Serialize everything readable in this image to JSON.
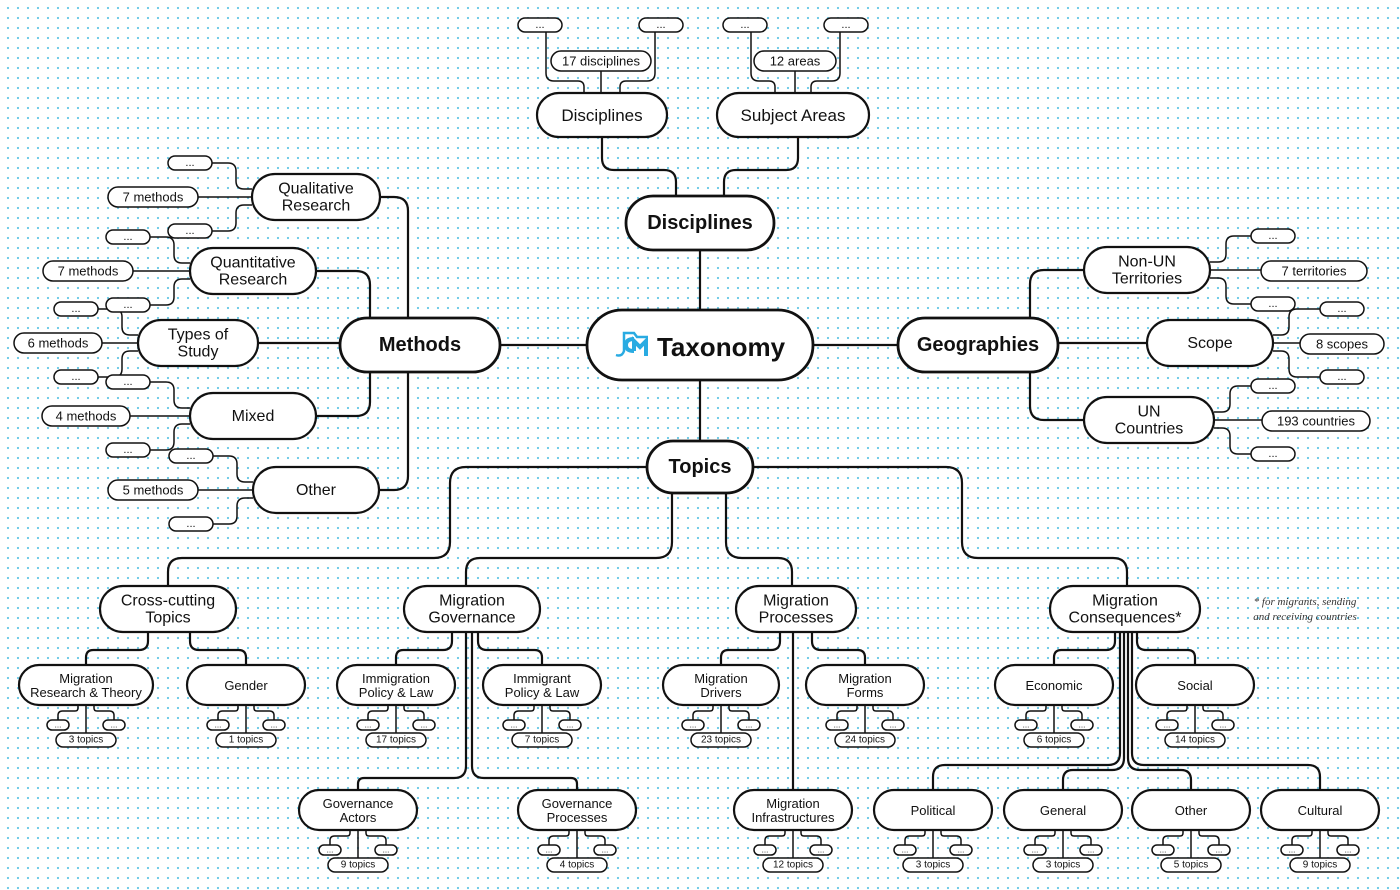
{
  "center": {
    "title": "Taxonomy"
  },
  "ellipsis": "...",
  "footnote": [
    "* for migrants, sending",
    "and receiving countries"
  ],
  "colors": {
    "accent": "#29abe2",
    "line": "#111111",
    "dots": "#6cc9e6"
  },
  "disciplines": {
    "label": "Disciplines",
    "children": [
      {
        "lines": [
          "Disciplines"
        ],
        "count": "17 disciplines"
      },
      {
        "lines": [
          "Subject Areas"
        ],
        "count": "12 areas"
      }
    ]
  },
  "methods": {
    "label": "Methods",
    "children": [
      {
        "lines": [
          "Qualitative",
          "Research"
        ],
        "count": "7 methods"
      },
      {
        "lines": [
          "Quantitative",
          "Research"
        ],
        "count": "7 methods"
      },
      {
        "lines": [
          "Types of",
          "Study"
        ],
        "count": "6 methods"
      },
      {
        "lines": [
          "Mixed"
        ],
        "count": "4 methods"
      },
      {
        "lines": [
          "Other"
        ],
        "count": "5 methods"
      }
    ]
  },
  "geographies": {
    "label": "Geographies",
    "children": [
      {
        "lines": [
          "Non-UN",
          "Territories"
        ],
        "count": "7 territories"
      },
      {
        "lines": [
          "Scope"
        ],
        "count": "8 scopes"
      },
      {
        "lines": [
          "UN",
          "Countries"
        ],
        "count": "193 countries"
      }
    ]
  },
  "topics": {
    "label": "Topics",
    "groups": [
      {
        "lines": [
          "Cross-cutting",
          "Topics"
        ],
        "children": [
          {
            "lines": [
              "Migration",
              "Research & Theory"
            ],
            "count": "3 topics"
          },
          {
            "lines": [
              "Gender"
            ],
            "count": "1 topics"
          }
        ]
      },
      {
        "lines": [
          "Migration",
          "Governance"
        ],
        "children": [
          {
            "lines": [
              "Immigration",
              "Policy & Law"
            ],
            "count": "17 topics"
          },
          {
            "lines": [
              "Immigrant",
              "Policy & Law"
            ],
            "count": "7 topics"
          },
          {
            "lines": [
              "Governance",
              "Actors"
            ],
            "count": "9 topics"
          },
          {
            "lines": [
              "Governance",
              "Processes"
            ],
            "count": "4 topics"
          }
        ]
      },
      {
        "lines": [
          "Migration",
          "Processes"
        ],
        "children": [
          {
            "lines": [
              "Migration",
              "Drivers"
            ],
            "count": "23 topics"
          },
          {
            "lines": [
              "Migration",
              "Forms"
            ],
            "count": "24 topics"
          },
          {
            "lines": [
              "Migration",
              "Infrastructures"
            ],
            "count": "12 topics"
          }
        ]
      },
      {
        "lines": [
          "Migration",
          "Consequences*"
        ],
        "children": [
          {
            "lines": [
              "Economic"
            ],
            "count": "6 topics"
          },
          {
            "lines": [
              "Social"
            ],
            "count": "14 topics"
          },
          {
            "lines": [
              "Political"
            ],
            "count": "3 topics"
          },
          {
            "lines": [
              "General"
            ],
            "count": "3 topics"
          },
          {
            "lines": [
              "Other"
            ],
            "count": "5 topics"
          },
          {
            "lines": [
              "Cultural"
            ],
            "count": "9 topics"
          }
        ]
      }
    ]
  }
}
